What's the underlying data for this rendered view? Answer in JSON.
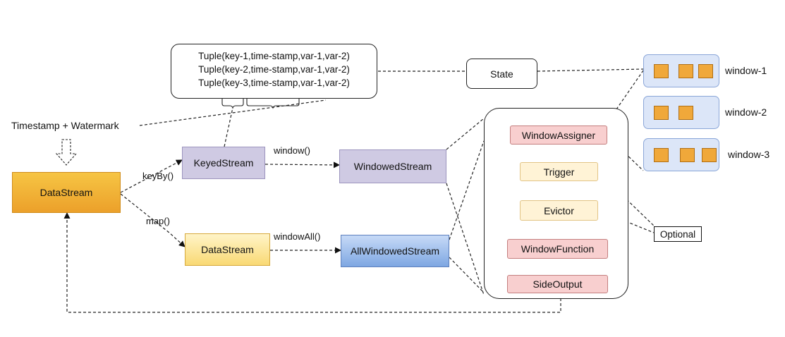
{
  "tuples": [
    "Tuple(key-1,time-stamp,var-1,var-2)",
    "Tuple(key-2,time-stamp,var-1,var-2)",
    "Tuple(key-3,time-stamp,var-1,var-2)"
  ],
  "state_label": "State",
  "timestamp_label": "Timestamp + Watermark",
  "nodes": {
    "datastream_main": "DataStream",
    "keyed_stream": "KeyedStream",
    "windowed_stream": "WindowedStream",
    "datastream_map": "DataStream",
    "all_windowed_stream": "AllWindowedStream"
  },
  "edges": {
    "keyby": "keyBy()",
    "map": "map()",
    "window": "window()",
    "window_all": "windowAll()"
  },
  "components": {
    "window_assigner": "WindowAssigner",
    "trigger": "Trigger",
    "evictor": "Evictor",
    "window_function": "WindowFunction",
    "side_output": "SideOutput"
  },
  "windows": [
    "window-1",
    "window-2",
    "window-3"
  ],
  "window_item_counts": [
    3,
    2,
    3
  ],
  "optional_label": "Optional"
}
